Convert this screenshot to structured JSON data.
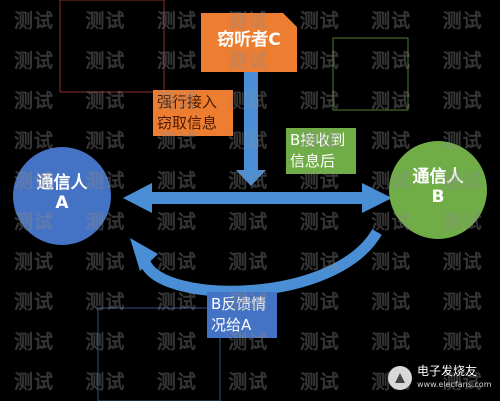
{
  "watermark": {
    "text": "测试",
    "rows": 10,
    "cols": 7
  },
  "nodes": {
    "eavesdropper": "窃听者C",
    "party_a": {
      "line1": "通信人",
      "line2": "A"
    },
    "party_b": {
      "line1": "通信人",
      "line2": "B"
    }
  },
  "labels": {
    "force_access": {
      "line1": "强行接入",
      "line2": "窃取信息"
    },
    "b_received": {
      "line1": "B接收到",
      "line2": "信息后"
    },
    "b_feedback": {
      "line1": "B反馈情",
      "line2": "况给A"
    }
  },
  "logo": {
    "name": "电子发烧友",
    "site": "www.elecfans.com"
  },
  "colors": {
    "background": "#000000",
    "party_a": "#4472c4",
    "party_b": "#70ad47",
    "eavesdropper": "#ed7d31",
    "arrow": "#4a8fd6"
  }
}
